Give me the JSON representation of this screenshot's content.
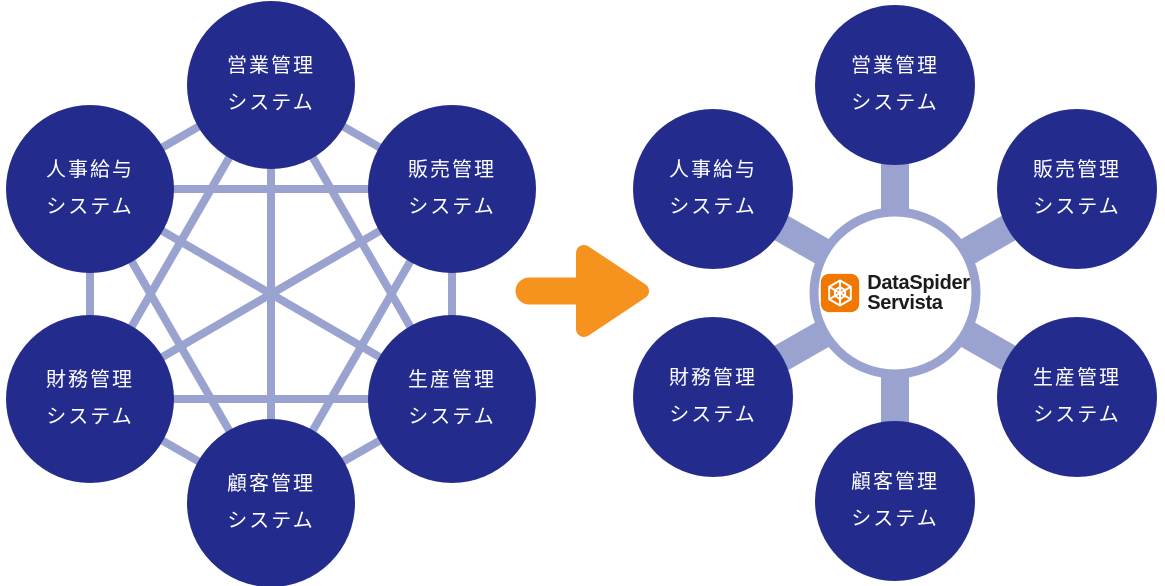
{
  "left_diagram": {
    "description": "mesh-of-systems-before",
    "nodes": [
      {
        "line1": "営業管理",
        "line2": "システム"
      },
      {
        "line1": "販売管理",
        "line2": "システム"
      },
      {
        "line1": "生産管理",
        "line2": "システム"
      },
      {
        "line1": "顧客管理",
        "line2": "システム"
      },
      {
        "line1": "財務管理",
        "line2": "システム"
      },
      {
        "line1": "人事給与",
        "line2": "システム"
      }
    ]
  },
  "right_diagram": {
    "description": "hub-and-spoke-after",
    "nodes": [
      {
        "line1": "営業管理",
        "line2": "システム"
      },
      {
        "line1": "販売管理",
        "line2": "システム"
      },
      {
        "line1": "生産管理",
        "line2": "システム"
      },
      {
        "line1": "顧客管理",
        "line2": "システム"
      },
      {
        "line1": "財務管理",
        "line2": "システム"
      },
      {
        "line1": "人事給与",
        "line2": "システム"
      }
    ],
    "hub": {
      "brand_line1": "DataSpider",
      "brand_line2": "Servista"
    }
  },
  "colors": {
    "node_navy": "#232C8C",
    "connector_lavender": "#9AA2D0",
    "arrow_orange": "#F6921E",
    "logo_orange": "#F07800",
    "brand_text": "#1B1B1B",
    "node_text": "#FFFFFF",
    "background": "#FFFFFF"
  }
}
